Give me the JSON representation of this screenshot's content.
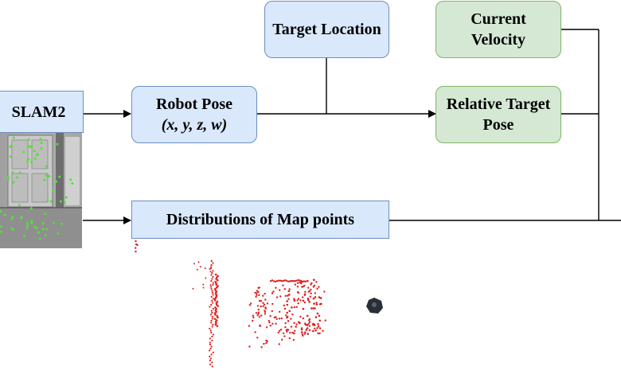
{
  "colors": {
    "blue_fill": "#dae8fc",
    "blue_border": "#6c8ebf",
    "green_fill": "#d5e8d4",
    "green_border": "#82b366",
    "arrow": "#000000",
    "map_points": "#e02020",
    "feature_points": "#55e03a"
  },
  "boxes": {
    "slam": "SLAM2",
    "target_location": "Target Location",
    "current_velocity": [
      "Current",
      "Velocity"
    ],
    "robot_pose": [
      "Robot Pose",
      "(x, y, z, w)"
    ],
    "relative_target_pose": [
      "Relative Target",
      "Pose"
    ],
    "distributions": "Distributions of Map points"
  },
  "images": {
    "camera_frame": "camera-frame-with-feature-points",
    "point_map": "red-map-point-cloud",
    "robot": "robot-icon"
  }
}
